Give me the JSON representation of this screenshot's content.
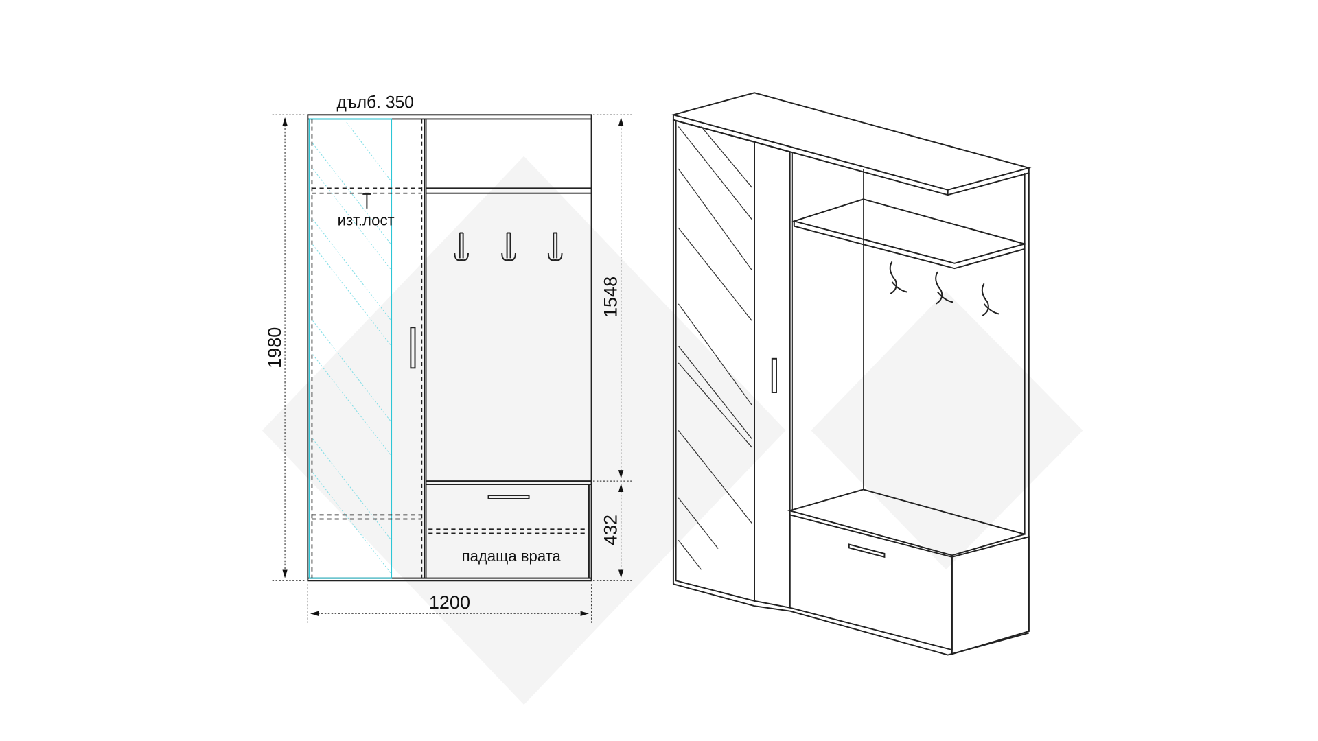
{
  "front_view": {
    "depth_label": "дълб. 350",
    "rod_label": "изт.лост",
    "height_total": "1980",
    "height_upper": "1548",
    "height_lower": "432",
    "width_total": "1200",
    "drawer_label": "падаща врата"
  },
  "colors": {
    "line": "#222222",
    "mirror": "#2cc6d6",
    "watermark": "#f2f2f2"
  }
}
